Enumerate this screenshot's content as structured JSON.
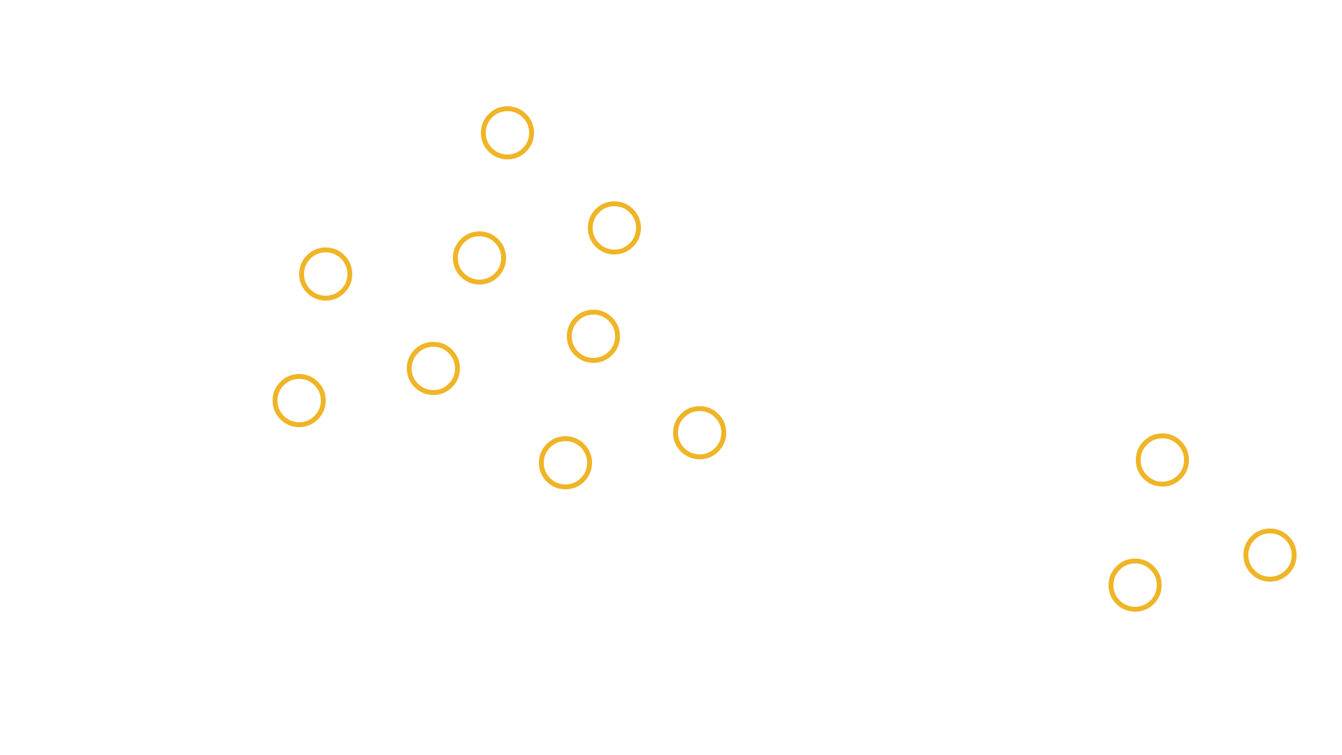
{
  "background_color": "#ffffff",
  "ring_color": "#efb527",
  "rings": [
    {
      "name": "ring-1"
    },
    {
      "name": "ring-2"
    },
    {
      "name": "ring-3"
    },
    {
      "name": "ring-4"
    },
    {
      "name": "ring-5"
    },
    {
      "name": "ring-6"
    },
    {
      "name": "ring-7"
    },
    {
      "name": "ring-8"
    },
    {
      "name": "ring-9"
    },
    {
      "name": "ring-10"
    },
    {
      "name": "ring-11"
    },
    {
      "name": "ring-12"
    }
  ]
}
